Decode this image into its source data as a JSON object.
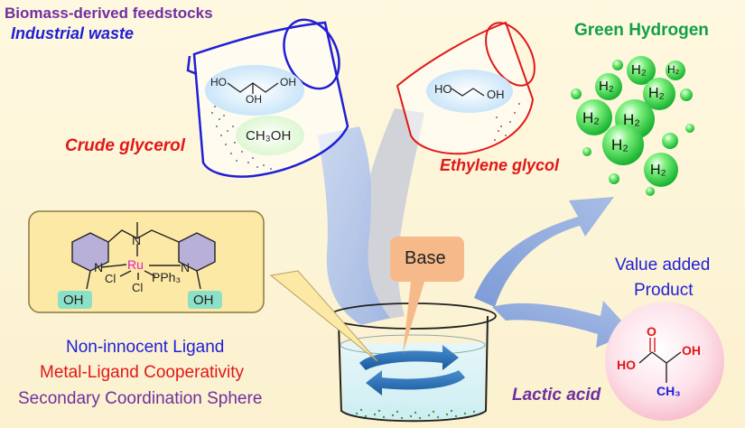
{
  "titles": {
    "biomass": "Biomass-derived feedstocks",
    "industrial": "Industrial waste",
    "green_h2": "Green Hydrogen"
  },
  "feedstocks": {
    "crude_glycerol": "Crude glycerol",
    "ethylene_glycol": "Ethylene glycol",
    "methanol": "CH₃OH",
    "glycerol_atoms": [
      "HO",
      "OH",
      "OH"
    ],
    "glycol_atoms": [
      "HO",
      "OH"
    ]
  },
  "h2_label": "H₂",
  "base_label": "Base",
  "products": {
    "value_added_line1": "Value added",
    "value_added_line2": "Product",
    "lactic_acid": "Lactic acid",
    "lactic_atoms": {
      "ho": "HO",
      "o": "O",
      "oh": "OH",
      "ch3": "CH₃"
    }
  },
  "catalyst": {
    "ru": "Ru",
    "cl1": "Cl",
    "cl2": "Cl",
    "n_left": "N",
    "n_right": "N",
    "n_amine": "N",
    "pph3": "PPh₃",
    "oh_left": "OH",
    "oh_right": "OH"
  },
  "features": {
    "line1": "Non-innocent Ligand",
    "line2": "Metal-Ligand Cooperativity",
    "line3": "Secondary Coordination Sphere"
  },
  "colors": {
    "purple": "#7030a0",
    "blue": "#1f1fd6",
    "red": "#e01818",
    "green": "#12a048",
    "ru_magenta": "#e020c0"
  }
}
